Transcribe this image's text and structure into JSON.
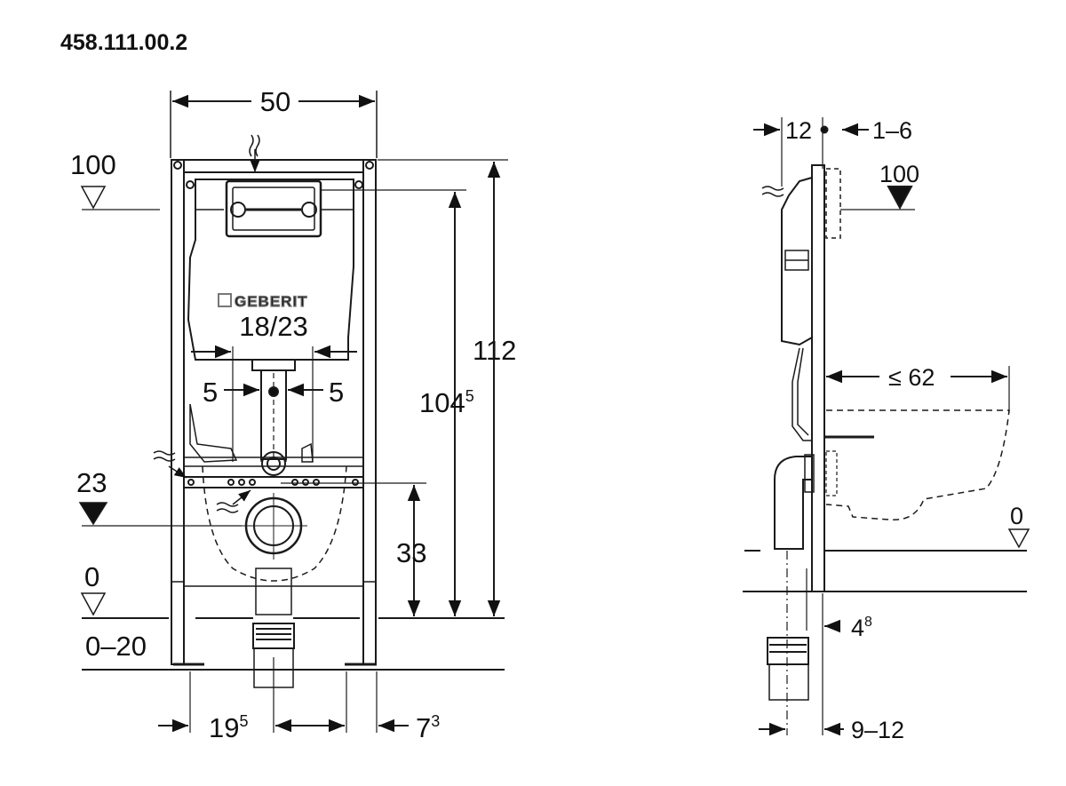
{
  "title": "458.111.00.2",
  "brand": "GEBERIT",
  "front_view": {
    "width": "50",
    "level_top": "100",
    "level_connect": "23",
    "level_floor": "0",
    "floor_range": "0–20",
    "flush_pipe": "18/23",
    "offset_left": "5",
    "offset_right": "5",
    "height_total": "112",
    "height_actuator_base": "104",
    "height_actuator_sup": "5",
    "height_drain": "33",
    "dim_bottom_left_base": "19",
    "dim_bottom_left_sup": "5",
    "dim_bottom_right_base": "7",
    "dim_bottom_right_sup": "3"
  },
  "side_view": {
    "depth_top": "12",
    "wall_gap": "1–6",
    "level_top": "100",
    "bowl_projection": "≤ 62",
    "level_floor": "0",
    "drain_offset_base": "4",
    "drain_offset_sup": "8",
    "depth_bottom": "9–12"
  },
  "colors": {
    "line": "#1a1a1a",
    "grey": "#9a9a9a",
    "background": "#ffffff"
  }
}
